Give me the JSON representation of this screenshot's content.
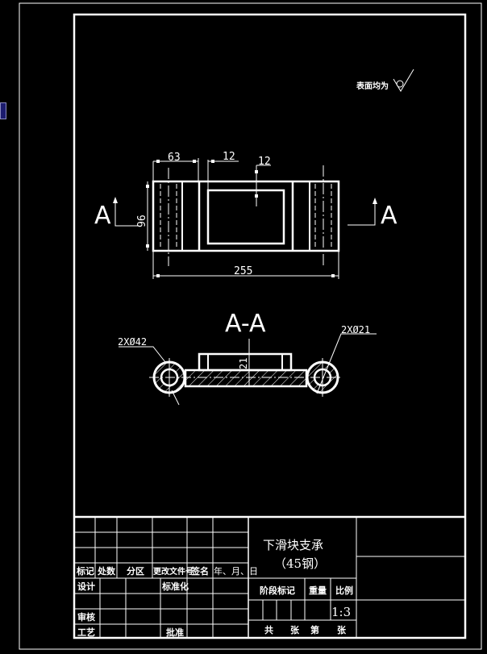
{
  "drawing": {
    "title": "下滑块支承",
    "material": "（45钢）",
    "scale": "1:3",
    "surface_note": "表面均为",
    "section_label": "A",
    "section_view_title": "A-A",
    "dimensions": {
      "d63": "63",
      "d12a": "12",
      "d12b": "12",
      "d96": "96",
      "d255": "255",
      "d21": "21",
      "hole_large": "2XØ42",
      "hole_small": "2XØ21"
    }
  },
  "title_block": {
    "header_row": [
      "标记",
      "处数",
      "分区",
      "更改文件号",
      "签名",
      "年、月、日"
    ],
    "design": "设计",
    "standardize": "标准化",
    "review": "审核",
    "process": "工艺",
    "approve": "批准",
    "stage_mark": "阶段标记",
    "weight": "重量",
    "scale_label": "比例",
    "total": "共",
    "sheets": "张",
    "no": "第",
    "sheet": "张"
  },
  "colors": {
    "background": "#000000",
    "lines": "#ffffff",
    "side_tab": "#1b1b6e"
  }
}
